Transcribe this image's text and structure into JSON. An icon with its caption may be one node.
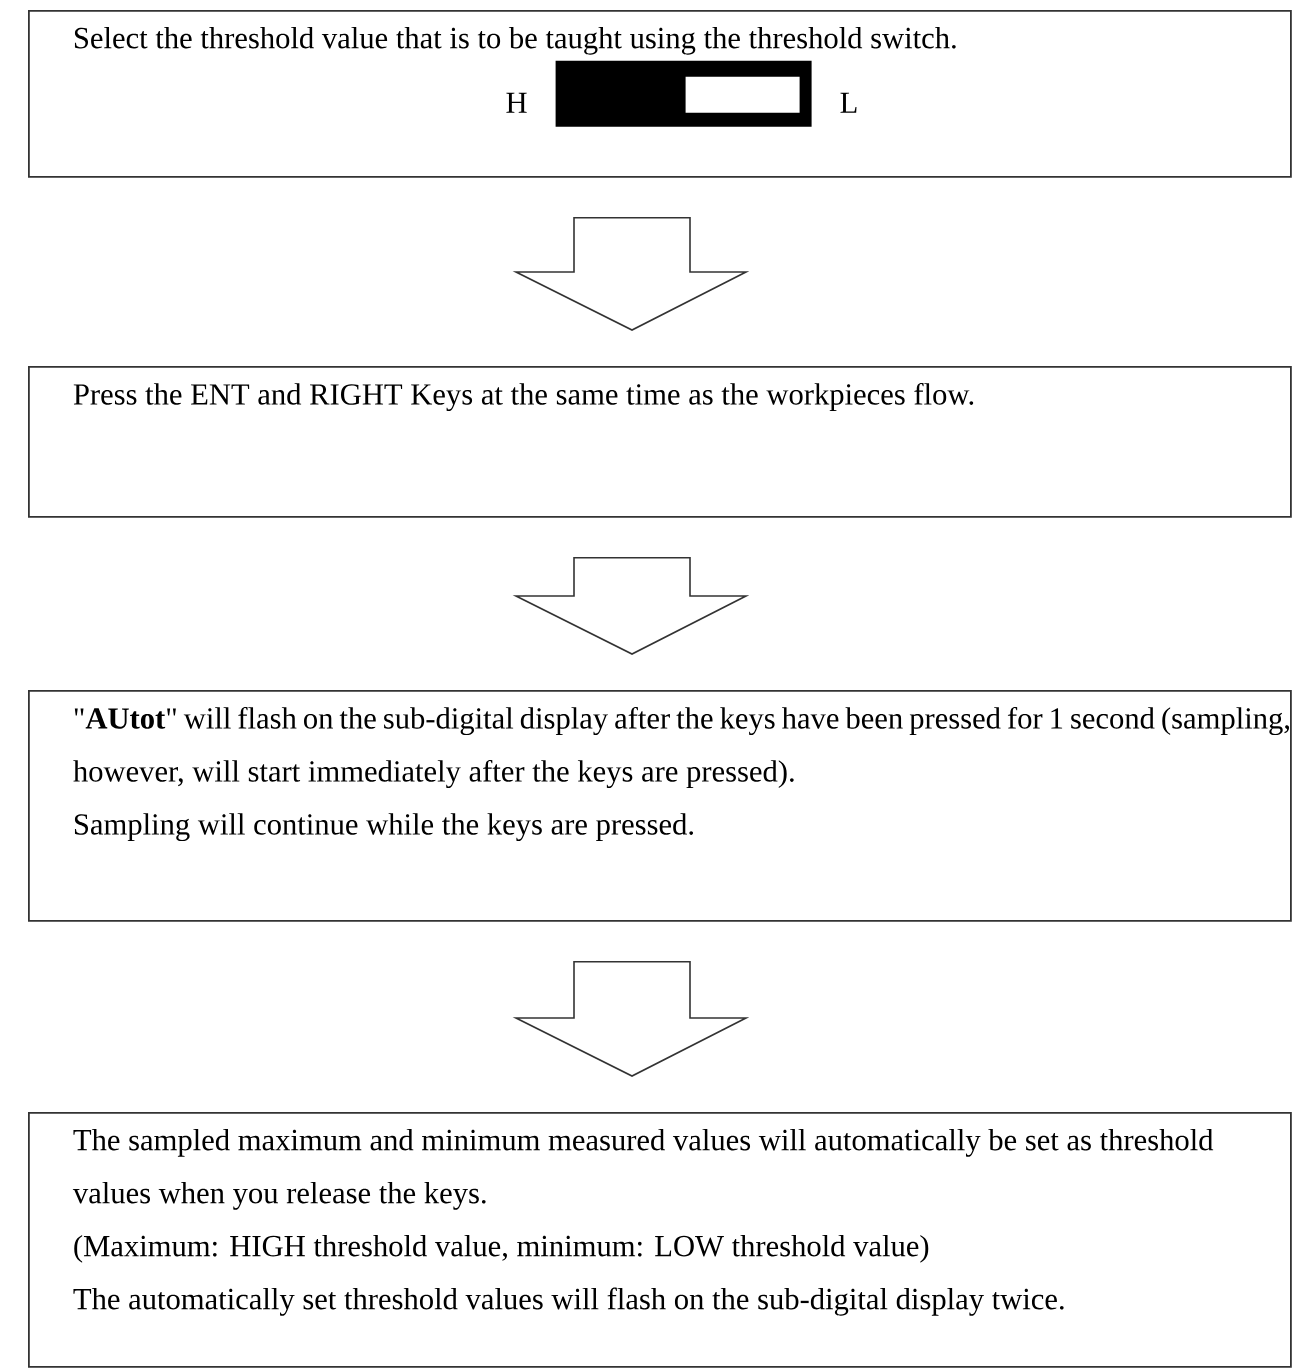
{
  "diagram": {
    "nodes": [
      {
        "text": [
          "Select the threshold value that is to be taught using the threshold switch.",
          "H",
          "L"
        ]
      },
      {
        "text": [
          "Press the ENT and RIGHT Keys at the same time as the workpieces flow."
        ]
      },
      {
        "text": [
          "\"**AUtot**\" will flash on the sub-digital display after the keys have been pressed for 1 second (sampling, however, will start immediately after the keys are pressed).",
          "Sampling will continue while the keys are pressed."
        ]
      },
      {
        "text": [
          "The sampled maximum and minimum measured values will automatically be set as threshold values when you release the keys.",
          "(Maximum: HIGH threshold value, minimum: LOW threshold value)",
          "The automatically set threshold values will flash on the sub-digital display twice."
        ]
      }
    ],
    "edges": [
      {
        "from": 0,
        "to": 1,
        "arrow": "to"
      },
      {
        "from": 1,
        "to": 2,
        "arrow": "to"
      },
      {
        "from": 2,
        "to": 3,
        "arrow": "to"
      }
    ]
  }
}
